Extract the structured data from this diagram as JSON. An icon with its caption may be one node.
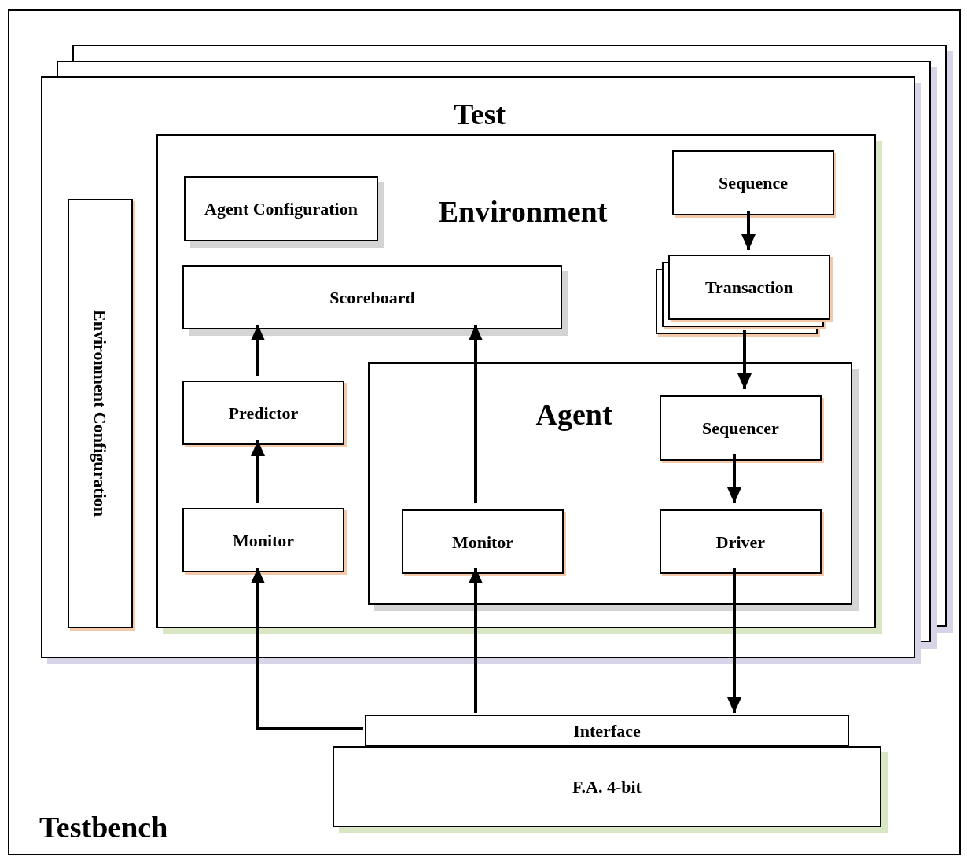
{
  "diagram": {
    "nodes": [
      {
        "text": [
          "Testbench"
        ]
      },
      {
        "text": [
          "Test"
        ],
        "in": 0
      },
      {
        "text": [
          "Environment Configuration"
        ],
        "in": 1
      },
      {
        "text": [
          "Environment"
        ],
        "in": 1
      },
      {
        "text": [
          "Agent Configuration"
        ],
        "in": 3
      },
      {
        "text": [
          "Sequence"
        ],
        "in": 3
      },
      {
        "text": [
          "Scoreboard"
        ],
        "in": 3
      },
      {
        "text": [
          "Transaction"
        ],
        "in": 3
      },
      {
        "text": [
          "Predictor"
        ],
        "in": 3
      },
      {
        "text": [
          "Agent"
        ],
        "in": 3
      },
      {
        "text": [
          "Sequencer"
        ],
        "in": 9
      },
      {
        "text": [
          "Monitor"
        ],
        "in": 3
      },
      {
        "text": [
          "Monitor"
        ],
        "in": 9
      },
      {
        "text": [
          "Driver"
        ],
        "in": 9
      },
      {
        "text": [
          "F.A. 4-bit"
        ],
        "in": 0
      },
      {
        "text": [
          "Interface"
        ],
        "in": 0
      }
    ],
    "edges": [
      {
        "from": 5,
        "to": 7,
        "arrow": "to"
      },
      {
        "from": 7,
        "to": 10,
        "arrow": "to"
      },
      {
        "from": 10,
        "to": 13,
        "arrow": "to"
      },
      {
        "from": 13,
        "to": 15,
        "arrow": "to"
      },
      {
        "from": 15,
        "to": 11,
        "arrow": "to"
      },
      {
        "from": 15,
        "to": 12,
        "arrow": "to"
      },
      {
        "from": 11,
        "to": 8,
        "arrow": "to"
      },
      {
        "from": 8,
        "to": 6,
        "arrow": "to"
      },
      {
        "from": 12,
        "to": 6,
        "arrow": "to"
      }
    ]
  }
}
